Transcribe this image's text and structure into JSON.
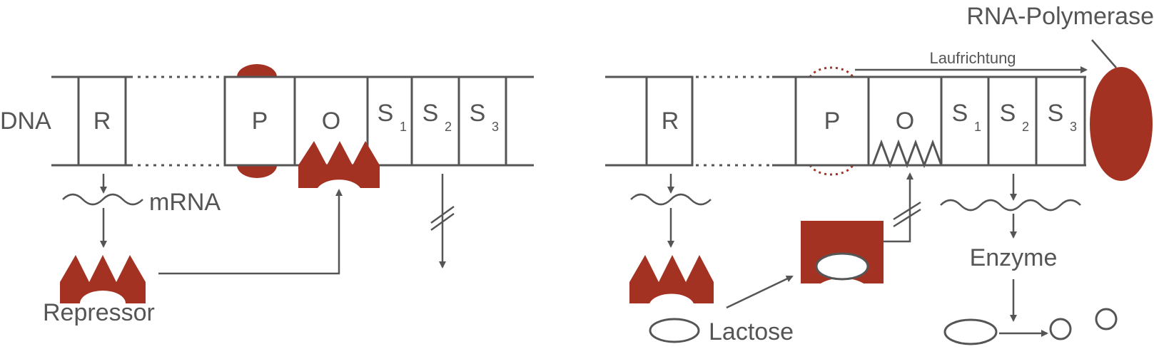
{
  "left_panel": {
    "dna_label": "DNA",
    "genes": {
      "r": "R",
      "p": "P",
      "o": "O",
      "s1_main": "S",
      "s1_sub": "1",
      "s2_main": "S",
      "s2_sub": "2",
      "s3_main": "S",
      "s3_sub": "3"
    },
    "mrna_label": "mRNA",
    "repressor_label": "Repressor"
  },
  "right_panel": {
    "genes": {
      "r": "R",
      "p": "P",
      "o": "O",
      "s1_main": "S",
      "s1_sub": "1",
      "s2_main": "S",
      "s2_sub": "2",
      "s3_main": "S",
      "s3_sub": "3"
    },
    "direction_label": "Laufrichtung",
    "polymerase_label": "RNA-Polymerase",
    "lactose_label": "Lactose",
    "enzyme_label": "Enzyme"
  },
  "colors": {
    "accent": "#a33222",
    "line": "#555555"
  }
}
